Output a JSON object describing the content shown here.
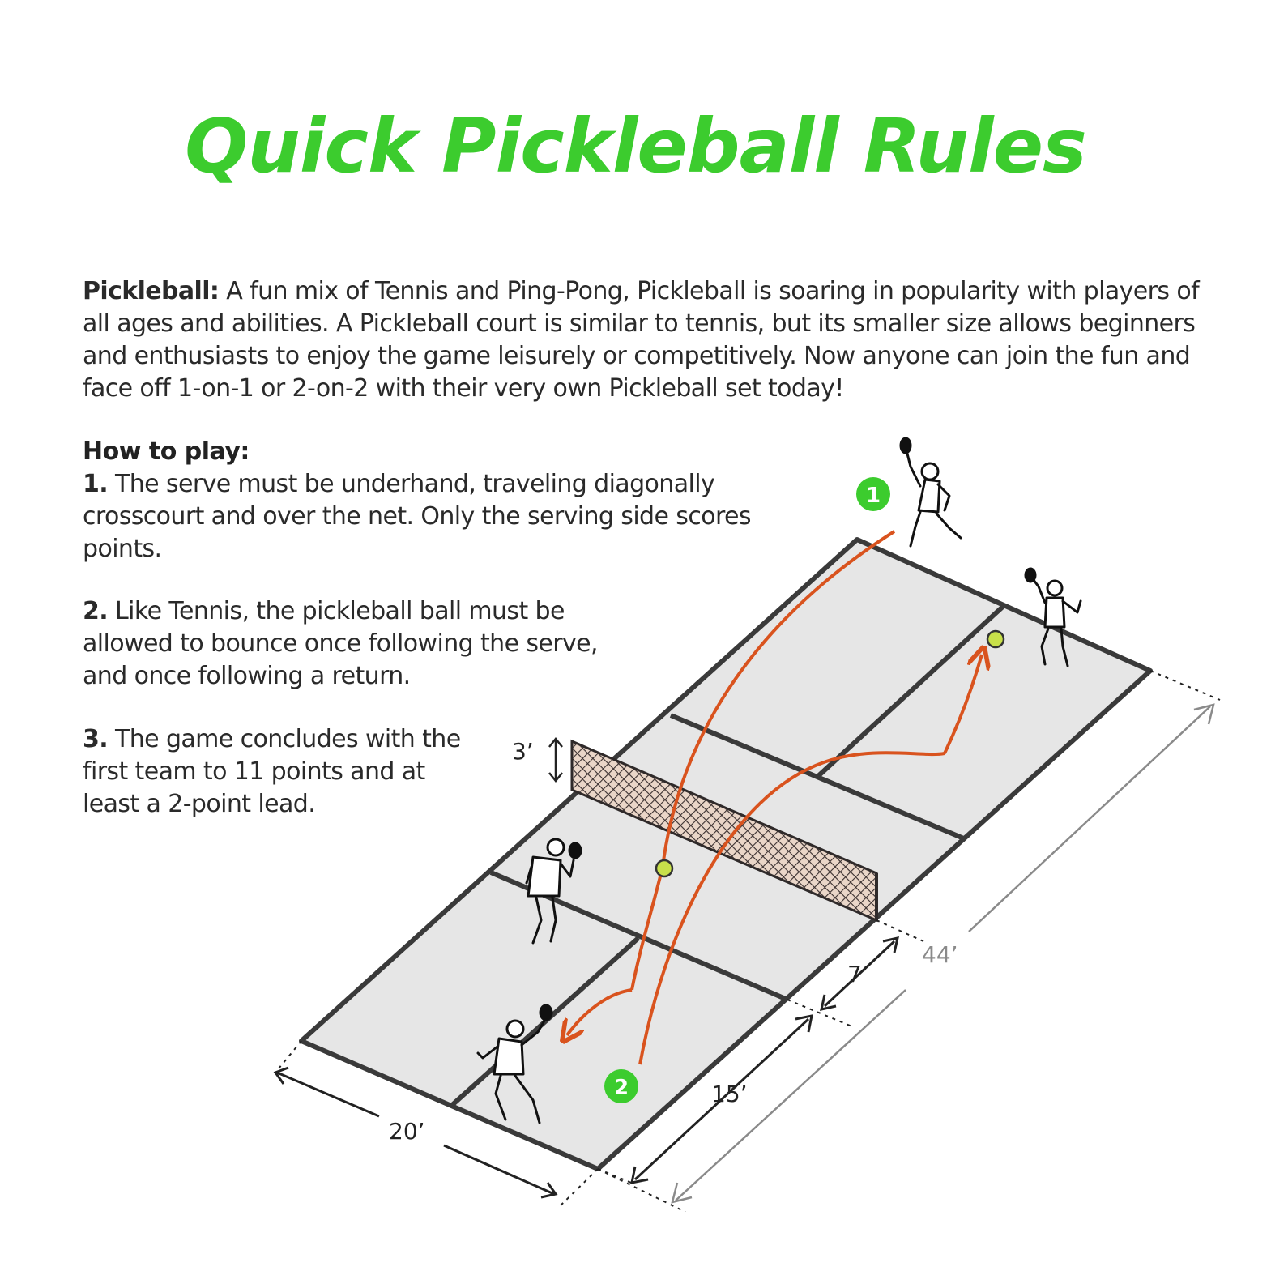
{
  "title": "Quick Pickleball Rules",
  "intro": {
    "term": "Pickleball:",
    "text": "A fun mix of Tennis and Ping-Pong, Pickleball is soaring in popularity with players of all ages and abilities. A Pickleball court is similar to tennis, but its smaller size allows beginners and enthusiasts to enjoy the game leisurely or competitively. Now anyone can join the fun and face off 1-on-1 or 2-on-2 with their very own Pickleball set today!"
  },
  "how_to_play": "How to play:",
  "rules": [
    {
      "num": "1.",
      "text": "The serve must be underhand, traveling diagonally crosscourt and over the net. Only the serving side scores points."
    },
    {
      "num": "2.",
      "text": "Like Tennis, the pickleball ball must be allowed to bounce once following the serve, and once following a return."
    },
    {
      "num": "3.",
      "text": "The game concludes with the first team to 11 points and at least a 2-point lead."
    }
  ],
  "diagram": {
    "net_height": "3’",
    "kitchen_depth": "7’",
    "service_depth": "15’",
    "court_width": "20’",
    "court_length": "44’",
    "badges": [
      "1",
      "2"
    ]
  },
  "colors": {
    "title_green": "#3ccc2e",
    "badge_green": "#3ccc2e",
    "trajectory": "#d9531e",
    "court_fill": "#e6e6e6",
    "court_line": "#3a3a3a",
    "ball": "#c8e04a"
  }
}
